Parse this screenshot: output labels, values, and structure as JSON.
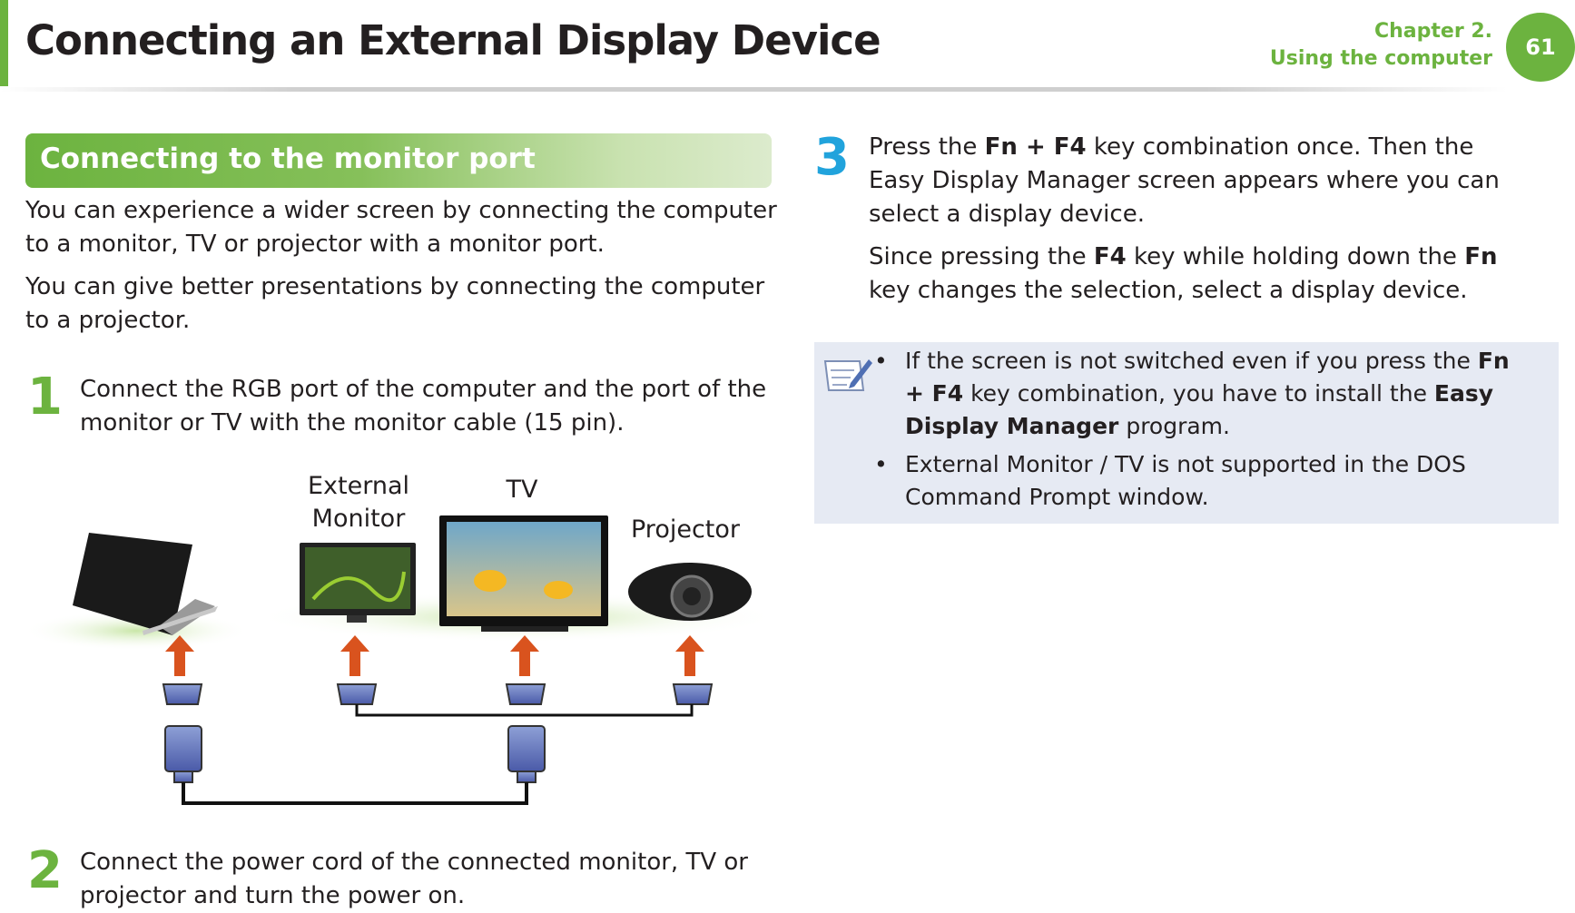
{
  "header": {
    "title": "Connecting an External Display Device",
    "chapter": "Chapter 2.",
    "chapter_sub": "Using the computer",
    "page_number": "61"
  },
  "section": {
    "title": "Connecting to the monitor port"
  },
  "intro": [
    "You can experience a wider screen by connecting the computer to a monitor, TV or projector with a monitor port.",
    "You can give better presentations by connecting the computer to a projector."
  ],
  "step1": {
    "number": "1",
    "text": "Connect the RGB port of the computer and the port of the monitor or TV with the monitor cable (15 pin)."
  },
  "illustration": {
    "label_monitor": "External\nMonitor",
    "label_tv": "TV",
    "label_projector": "Projector"
  },
  "step2": {
    "number": "2",
    "text": "Connect the power cord of the connected monitor, TV or projector and turn the power on."
  },
  "step3": {
    "number": "3",
    "p1_a": "Press the ",
    "p1_key": "Fn + F4",
    "p1_b": " key combination once. Then the Easy Display Manager screen appears where you can select a display device.",
    "p2_a": "Since pressing the ",
    "p2_key1": "F4",
    "p2_b": " key while holding down the ",
    "p2_key2": "Fn",
    "p2_c": " key changes the selection, select a display device."
  },
  "note": {
    "b1_a": "If the screen is not switched even if you press the ",
    "b1_key": "Fn + F4",
    "b1_b": " key combination, you have to install the ",
    "b1_prog": "Easy Display Manager",
    "b1_c": " program.",
    "b2": "External Monitor / TV is not supported in the DOS Command Prompt window.",
    "bullet_char": "•"
  },
  "colors": {
    "accent_green": "#6cb33f",
    "step_blue": "#21a3dc",
    "note_bg": "#e6eaf3",
    "arrow_orange": "#d9531e"
  }
}
